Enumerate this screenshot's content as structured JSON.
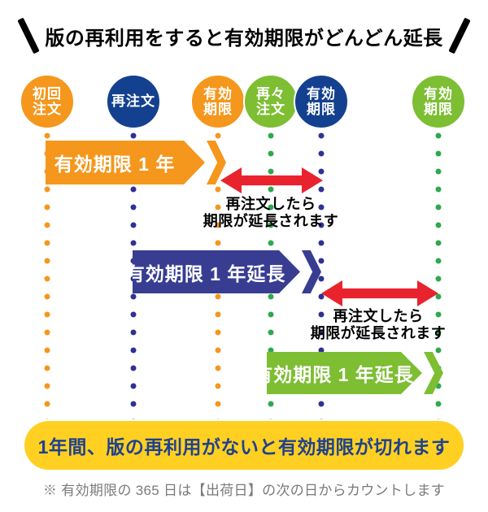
{
  "title": {
    "text": "版の再利用をすると有効期限がどんどん延長"
  },
  "timeline": {
    "columns": [
      {
        "name": "initial-order",
        "lines": [
          "初回",
          "注文"
        ],
        "color": "#F5971D"
      },
      {
        "name": "reorder",
        "lines": [
          "再注文"
        ],
        "color": "#14418F"
      },
      {
        "name": "expiry-first",
        "lines": [
          "有効",
          "期限"
        ],
        "color": "#F5971D"
      },
      {
        "name": "second-reorder",
        "lines": [
          "再々",
          "注文"
        ],
        "color": "#7DBE33"
      },
      {
        "name": "expiry-second",
        "lines": [
          "有効",
          "期限"
        ],
        "color": "#14418F"
      },
      {
        "name": "expiry-final",
        "lines": [
          "有効",
          "期限"
        ],
        "color": "#7DBE33"
      }
    ],
    "dot_colors": [
      "#F5971D",
      "#2F3193",
      "#F5971D",
      "#2FA84F",
      "#2F3193",
      "#2FA84F"
    ]
  },
  "bars": [
    {
      "label": "有効期限 1 年",
      "color": "#F5971D"
    },
    {
      "label": "有効期限 1 年延長",
      "color": "#383D92"
    },
    {
      "label": "有効期限 1 年延長",
      "color": "#7DBE33"
    }
  ],
  "annotations": [
    {
      "line1": "再注文したら",
      "line2": "期限が延長されます"
    },
    {
      "line1": "再注文したら",
      "line2": "期限が延長されます"
    }
  ],
  "banner": {
    "text": "1年間、版の再利用がないと有効期限が切れます",
    "bg": "#FFD021",
    "text_color": "#1F418F"
  },
  "footnote": {
    "text": "※ 有効期限の 365 日は【出荷日】の次の日からカウントします"
  },
  "palette": {
    "red_arrow": "#E8232E",
    "orange": "#F5971D",
    "navy_circle": "#14418F",
    "indigo_bar": "#383D92",
    "green": "#7DBE33",
    "dot_green": "#2FA84F",
    "dot_navy": "#2F3193",
    "black": "#000000",
    "footnote_gray": "#7A7A7A"
  }
}
